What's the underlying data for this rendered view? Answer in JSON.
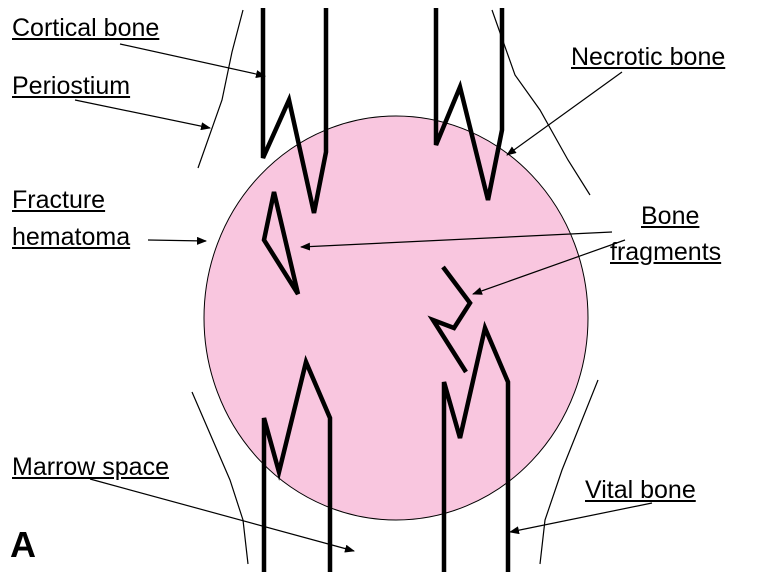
{
  "labels": {
    "cortical_bone": "Cortical bone",
    "periostium": "Periostium",
    "necrotic_bone": "Necrotic bone",
    "fracture_hematoma_line1": "Fracture",
    "fracture_hematoma_line2": "hematoma",
    "bone_fragments_line1": "Bone",
    "bone_fragments_line2": "fragments",
    "marrow_space": "Marrow space",
    "vital_bone": "Vital bone",
    "panel": "A"
  },
  "colors": {
    "hematoma_fill": "#f9c6df",
    "lines": "#000000",
    "background": "#ffffff"
  }
}
